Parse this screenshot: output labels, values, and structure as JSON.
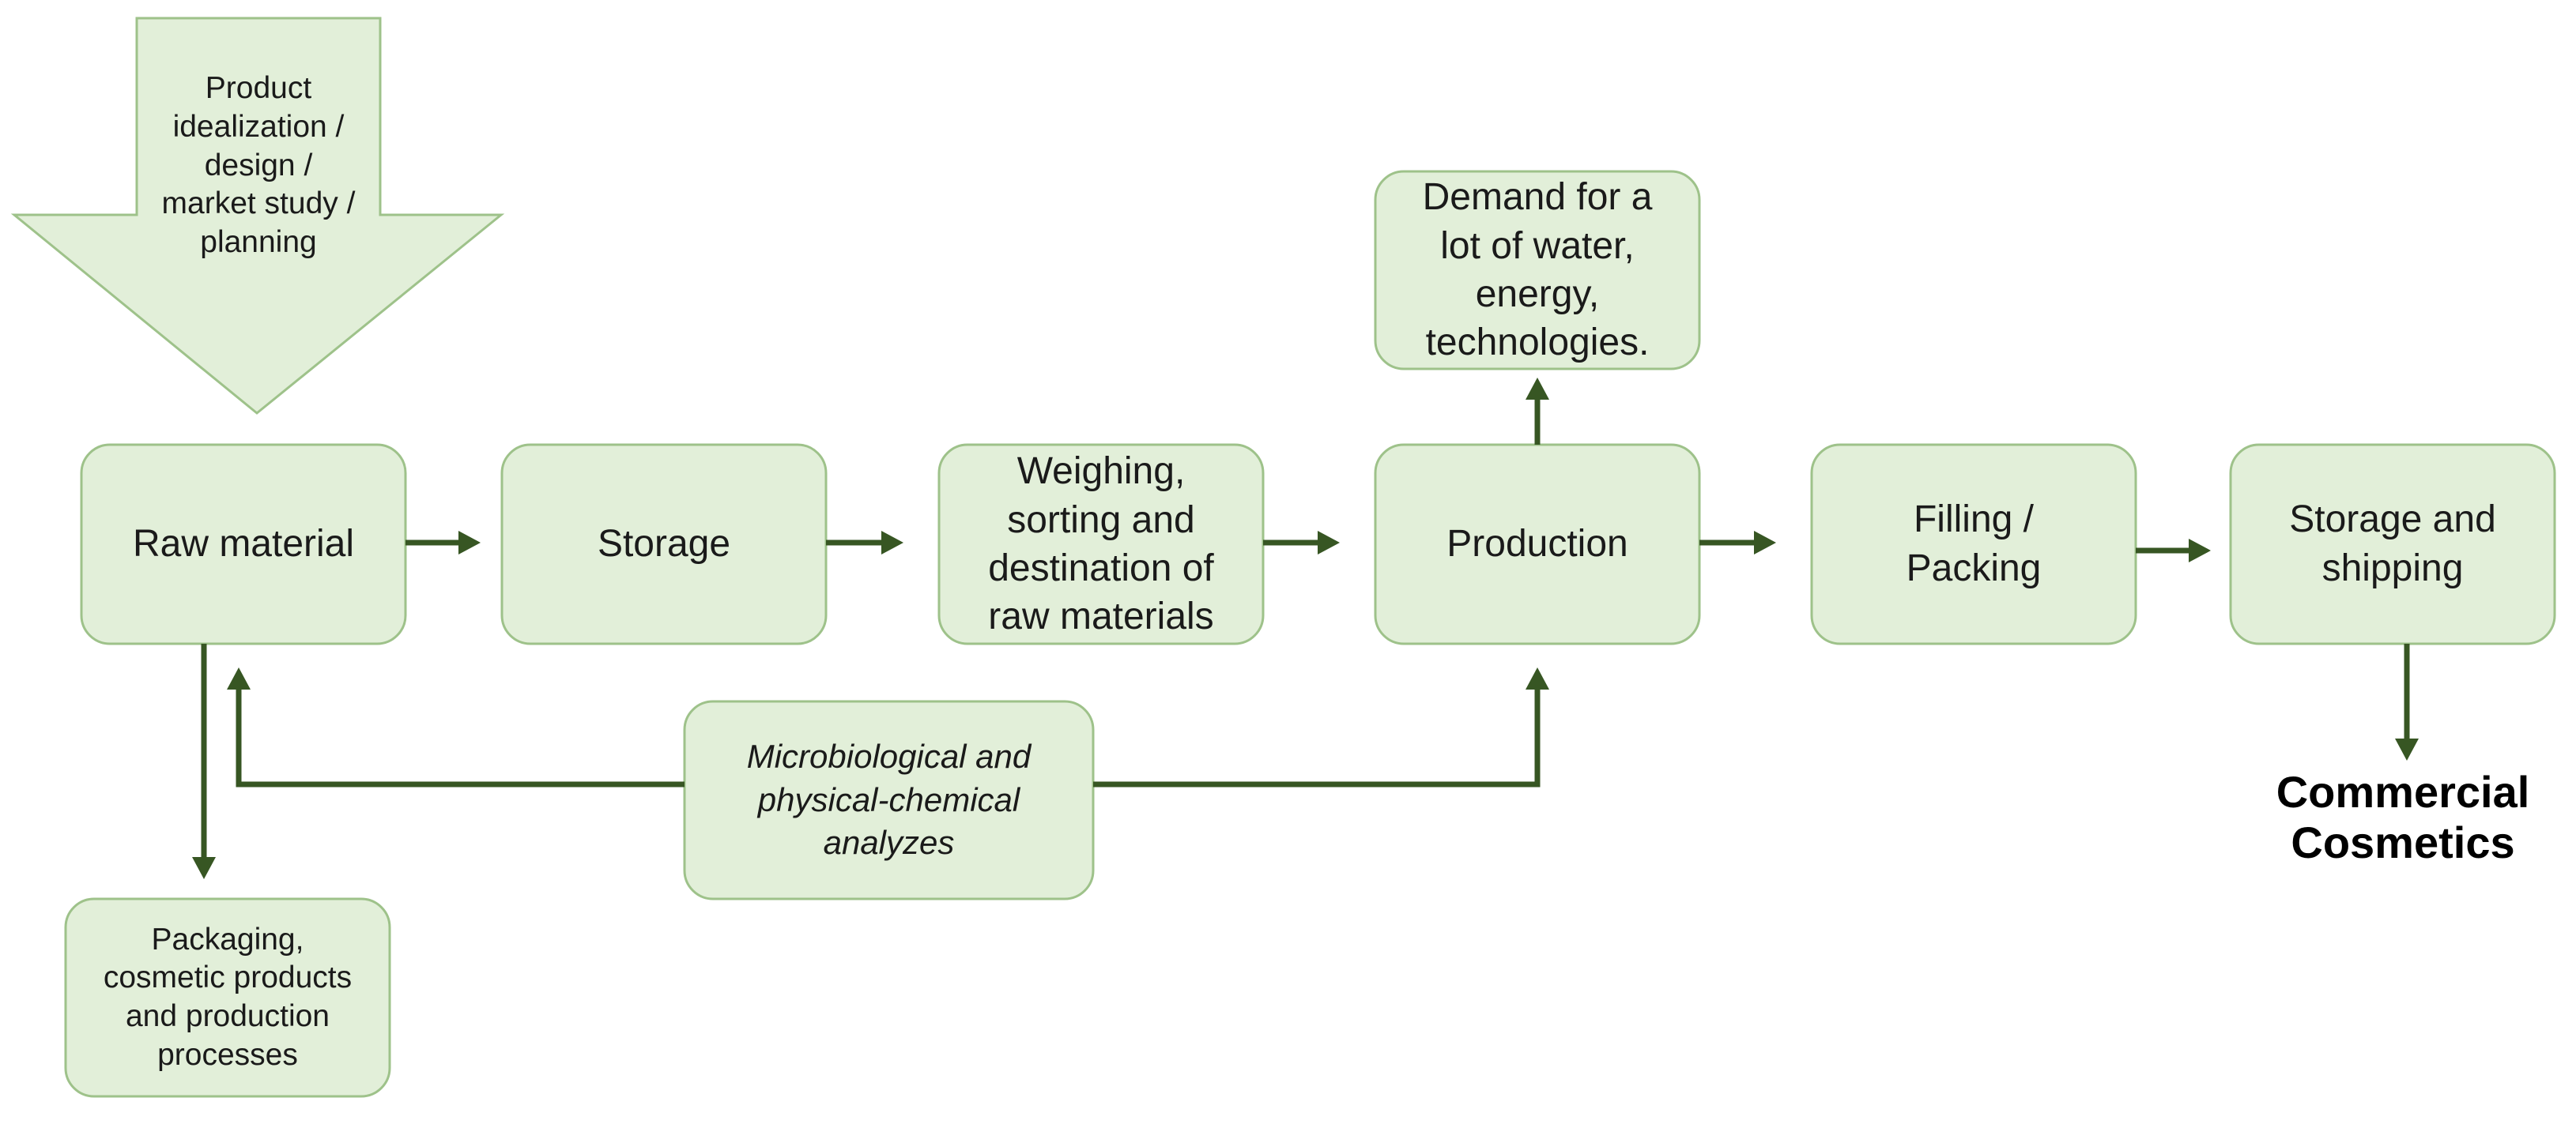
{
  "diagram": {
    "nodes": {
      "product_design": "Product\nidealization /\ndesign /\nmarket study /\nplanning",
      "raw_material": "Raw material",
      "storage": "Storage",
      "weighing": "Weighing,\nsorting and\ndestination of\nraw materials",
      "production": "Production",
      "demand": "Demand for a\nlot of water,\nenergy,\ntechnologies.",
      "filling": "Filling /\nPacking",
      "storage_shipping": "Storage and\nshipping",
      "commercial": "Commercial\nCosmetics",
      "packaging": "Packaging,\ncosmetic products\nand production\nprocesses",
      "analyzes": "Microbiological and\nphysical-chemical\nanalyzes"
    },
    "colors": {
      "box_fill": "#e2efd9",
      "box_border": "#9ec28a",
      "arrow": "#375623"
    }
  }
}
